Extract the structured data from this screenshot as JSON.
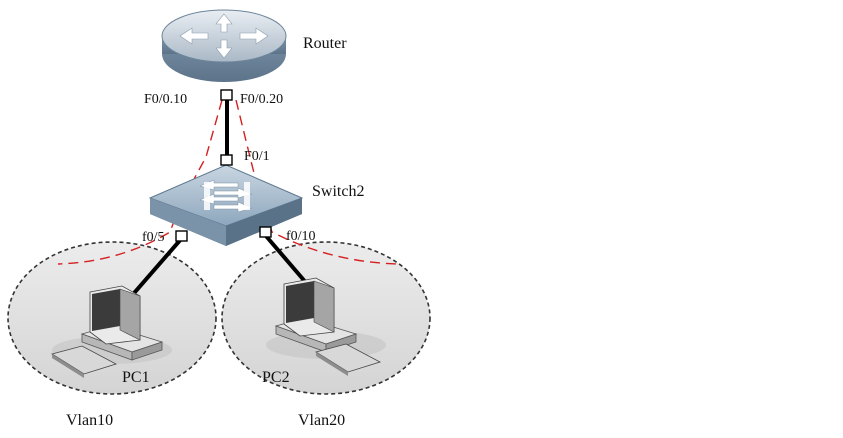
{
  "devices": {
    "router": {
      "label": "Router"
    },
    "switch": {
      "label": "Switch2"
    },
    "pc1": {
      "label": "PC1"
    },
    "pc2": {
      "label": "PC2"
    }
  },
  "ports": {
    "router_sub1": "F0/0.10",
    "router_sub2": "F0/0.20",
    "switch_uplink": "F0/1",
    "switch_port_pc1": "f0/5",
    "switch_port_pc2": "f0/10"
  },
  "vlans": {
    "vlan_left": "Vlan10",
    "vlan_right": "Vlan20"
  },
  "colors": {
    "vlan_path": "#d42020",
    "link": "#000000",
    "vlan_zone": "#d9d9d9",
    "device_body": "#8ea7bd"
  }
}
